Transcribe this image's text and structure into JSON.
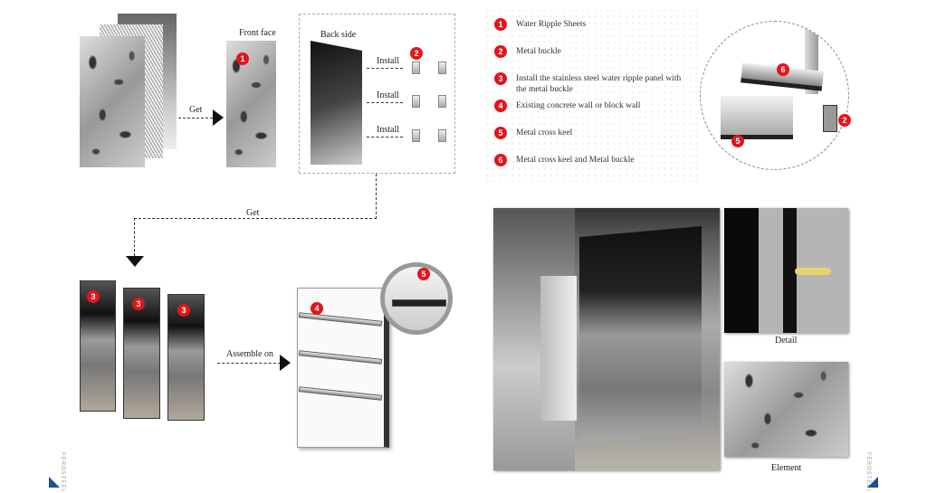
{
  "labels": {
    "get1": "Get",
    "front_face": "Front face",
    "back_side": "Back side",
    "install": [
      "Install",
      "Install",
      "Install"
    ],
    "get2": "Get",
    "assemble_on": "Assemble on",
    "detail": "Detail",
    "element": "Element"
  },
  "badges": {
    "b1": "1",
    "b2": "2",
    "b3": "3",
    "b4": "4",
    "b5": "5",
    "b6": "6"
  },
  "legend": [
    {
      "num": "1",
      "text": "Water Ripple Sheets"
    },
    {
      "num": "2",
      "text": "Metal buckle"
    },
    {
      "num": "3",
      "text": "Install the stainless steel water ripple panel with the metal buckle"
    },
    {
      "num": "4",
      "text": "Existing concrete wall or block wall"
    },
    {
      "num": "5",
      "text": "Metal cross keel"
    },
    {
      "num": "6",
      "text": "Metal cross keel and Metal buckle"
    }
  ],
  "brand": "FEROSTEEL",
  "colors": {
    "badge": "#e3151b",
    "corner": "#1d4f9c"
  }
}
